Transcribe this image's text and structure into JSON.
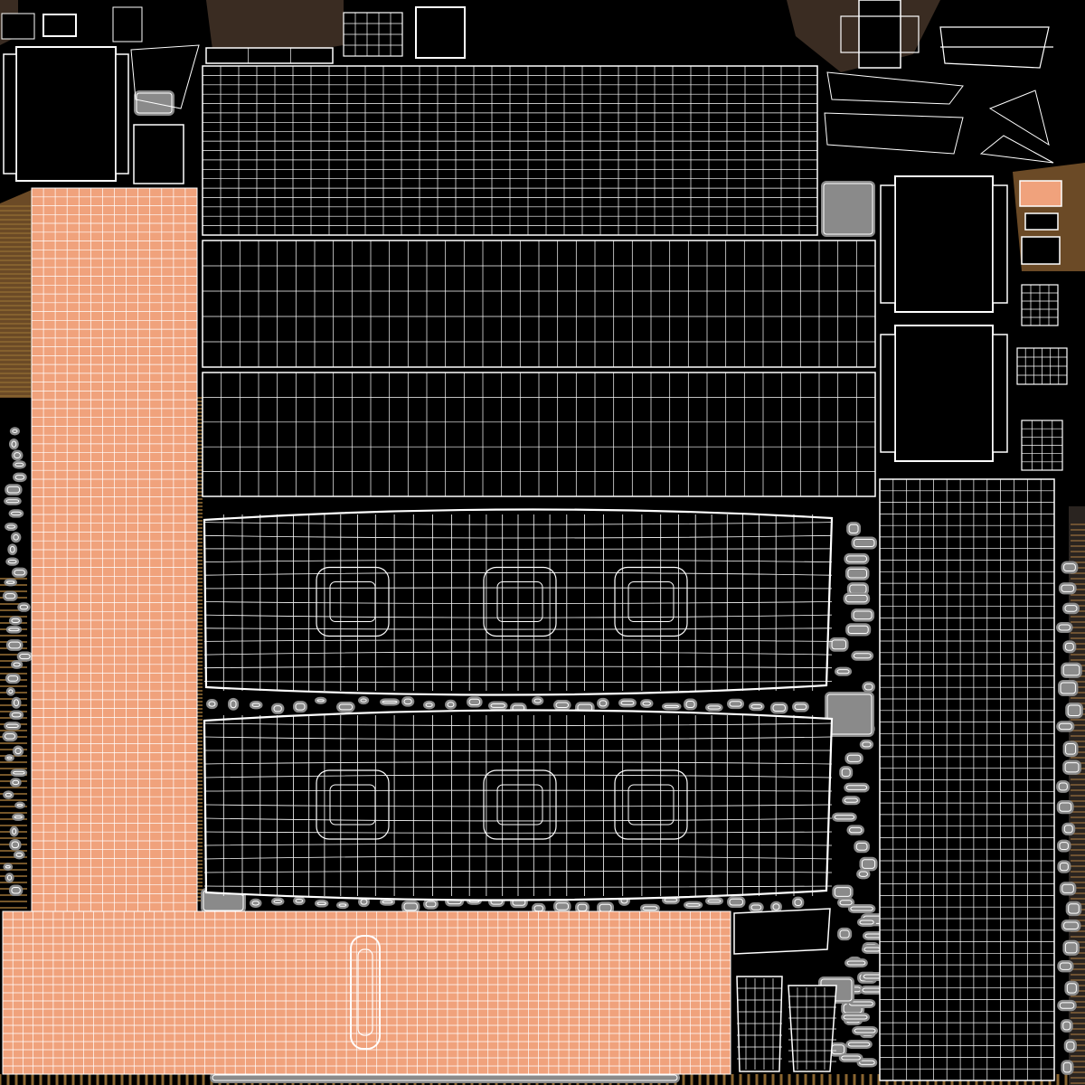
{
  "colors": {
    "background": "#000000",
    "wire": "#ffffff",
    "skin": "#f0a27c",
    "metal": "#8a8a8a",
    "dark_brown": "#3a2c22",
    "wood": "#7a5a2e"
  },
  "islands": [
    {
      "name": "left-skin-strip",
      "fill": "skin"
    },
    {
      "name": "bottom-skin-strip",
      "fill": "skin"
    },
    {
      "name": "top-black-panel",
      "fill": "background"
    },
    {
      "name": "middle-black-panel",
      "fill": "background"
    },
    {
      "name": "lower-black-panel",
      "fill": "background"
    },
    {
      "name": "upper-curved-cushion",
      "fill": "background"
    },
    {
      "name": "lower-curved-cushion",
      "fill": "background"
    },
    {
      "name": "right-tall-panel",
      "fill": "background"
    }
  ]
}
